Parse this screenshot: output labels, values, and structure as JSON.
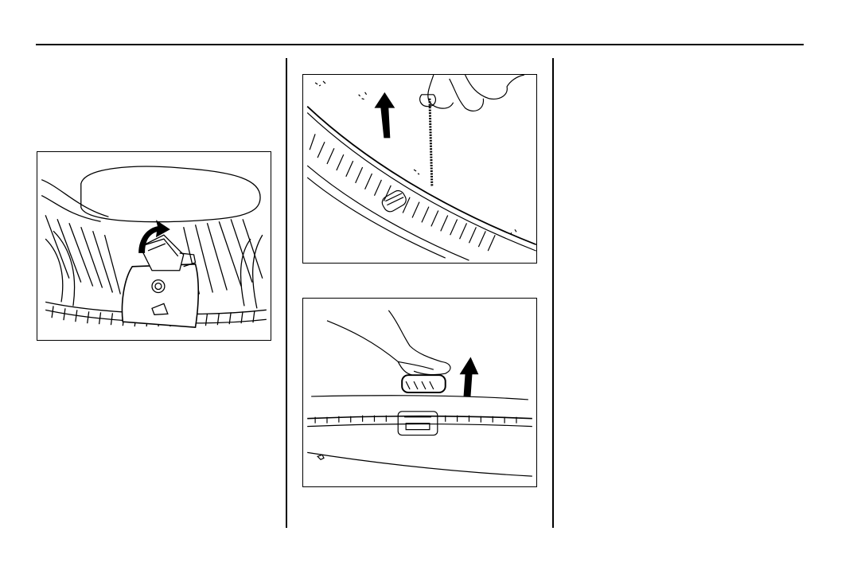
{
  "page": {
    "header_rule": true,
    "columns": 3
  },
  "figures": [
    {
      "id": "fig-spare-tire-cover",
      "icon": "arrow-up-curved-icon"
    },
    {
      "id": "fig-tire-cable-pull",
      "icon": "arrow-up-icon"
    },
    {
      "id": "fig-trunk-floor-latch",
      "icon": "arrow-up-icon"
    }
  ],
  "colors": {
    "ink": "#000000",
    "paper": "#ffffff"
  }
}
